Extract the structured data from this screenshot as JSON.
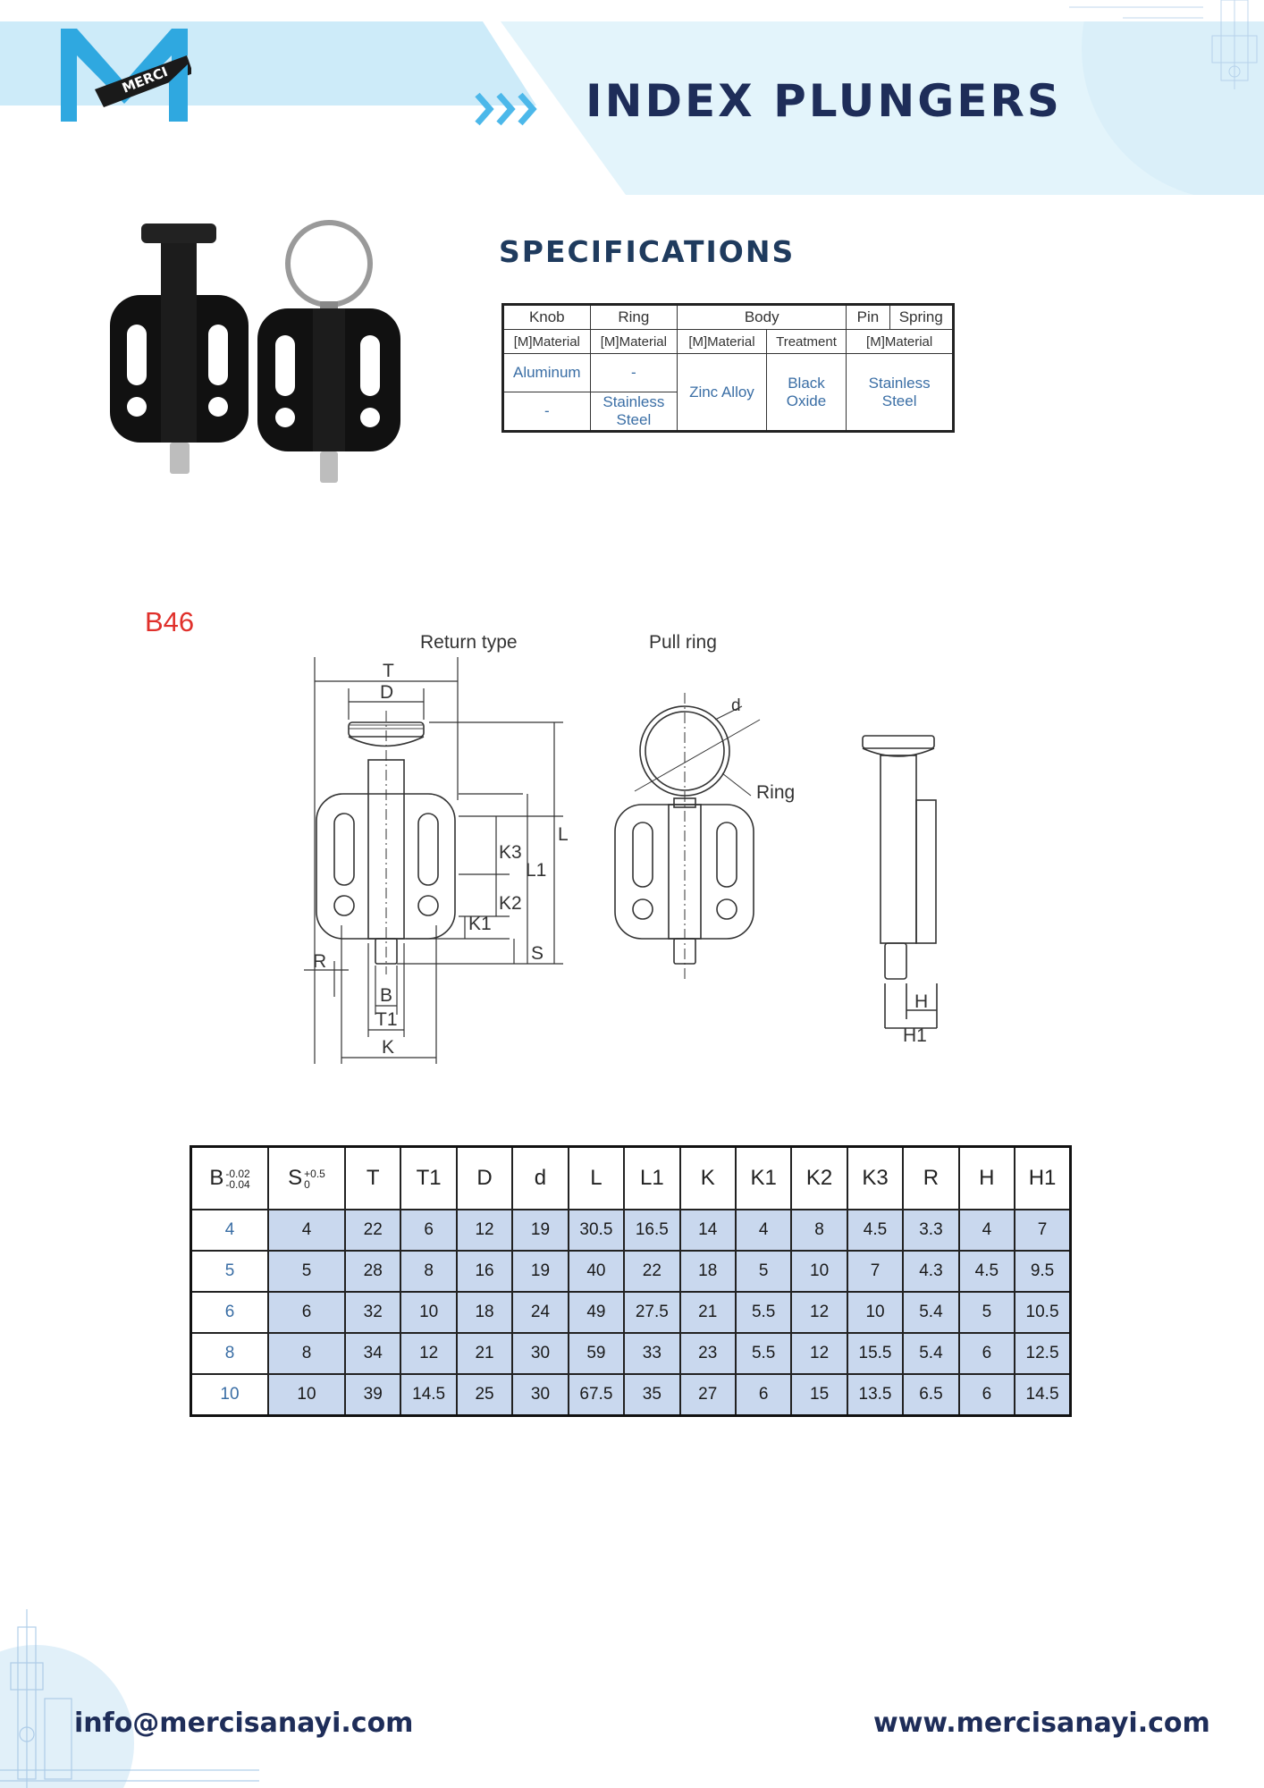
{
  "header": {
    "brand": "MERCI",
    "title": "INDEX PLUNGERS",
    "colors": {
      "navy": "#1e2d59",
      "band": "#cfeaf8",
      "accent": "#2fa8e0"
    }
  },
  "specs": {
    "title": "SPECIFICATIONS",
    "groups": [
      "Knob",
      "Ring",
      "Body",
      "Pin",
      "Spring"
    ],
    "subheaders": [
      "[M]Material",
      "[M]Material",
      "[M]Material",
      "Treatment",
      "[M]Material"
    ],
    "knob": [
      "Aluminum",
      "-"
    ],
    "ring": [
      "-",
      "Stainless Steel"
    ],
    "body_material": "Zinc Alloy",
    "body_treatment": "Black Oxide",
    "pin_spring": "Stainless Steel"
  },
  "drawing": {
    "model": "B46",
    "labels": {
      "return_type": "Return type",
      "pull_ring": "Pull ring",
      "ring": "Ring",
      "T": "T",
      "D": "D",
      "L": "L",
      "L1": "L1",
      "K3": "K3",
      "K2": "K2",
      "K1": "K1",
      "S": "S",
      "R": "R",
      "B": "B",
      "T1": "T1",
      "K": "K",
      "d": "d",
      "H": "H",
      "H1": "H1"
    }
  },
  "dimensions": {
    "headers": [
      {
        "main": "B",
        "up": "-0.02",
        "low": "-0.04"
      },
      {
        "main": "S",
        "up": "+0.5",
        "low": "0"
      },
      {
        "main": "T"
      },
      {
        "main": "T1"
      },
      {
        "main": "D"
      },
      {
        "main": "d"
      },
      {
        "main": "L"
      },
      {
        "main": "L1"
      },
      {
        "main": "K"
      },
      {
        "main": "K1"
      },
      {
        "main": "K2"
      },
      {
        "main": "K3"
      },
      {
        "main": "R"
      },
      {
        "main": "H"
      },
      {
        "main": "H1"
      }
    ],
    "rows": [
      [
        "4",
        "4",
        "22",
        "6",
        "12",
        "19",
        "30.5",
        "16.5",
        "14",
        "4",
        "8",
        "4.5",
        "3.3",
        "4",
        "7"
      ],
      [
        "5",
        "5",
        "28",
        "8",
        "16",
        "19",
        "40",
        "22",
        "18",
        "5",
        "10",
        "7",
        "4.3",
        "4.5",
        "9.5"
      ],
      [
        "6",
        "6",
        "32",
        "10",
        "18",
        "24",
        "49",
        "27.5",
        "21",
        "5.5",
        "12",
        "10",
        "5.4",
        "5",
        "10.5"
      ],
      [
        "8",
        "8",
        "34",
        "12",
        "21",
        "30",
        "59",
        "33",
        "23",
        "5.5",
        "12",
        "15.5",
        "5.4",
        "6",
        "12.5"
      ],
      [
        "10",
        "10",
        "39",
        "14.5",
        "25",
        "30",
        "67.5",
        "35",
        "27",
        "6",
        "15",
        "13.5",
        "6.5",
        "6",
        "14.5"
      ]
    ]
  },
  "footer": {
    "email": "info@mercisanayi.com",
    "website": "www.mercisanayi.com"
  }
}
